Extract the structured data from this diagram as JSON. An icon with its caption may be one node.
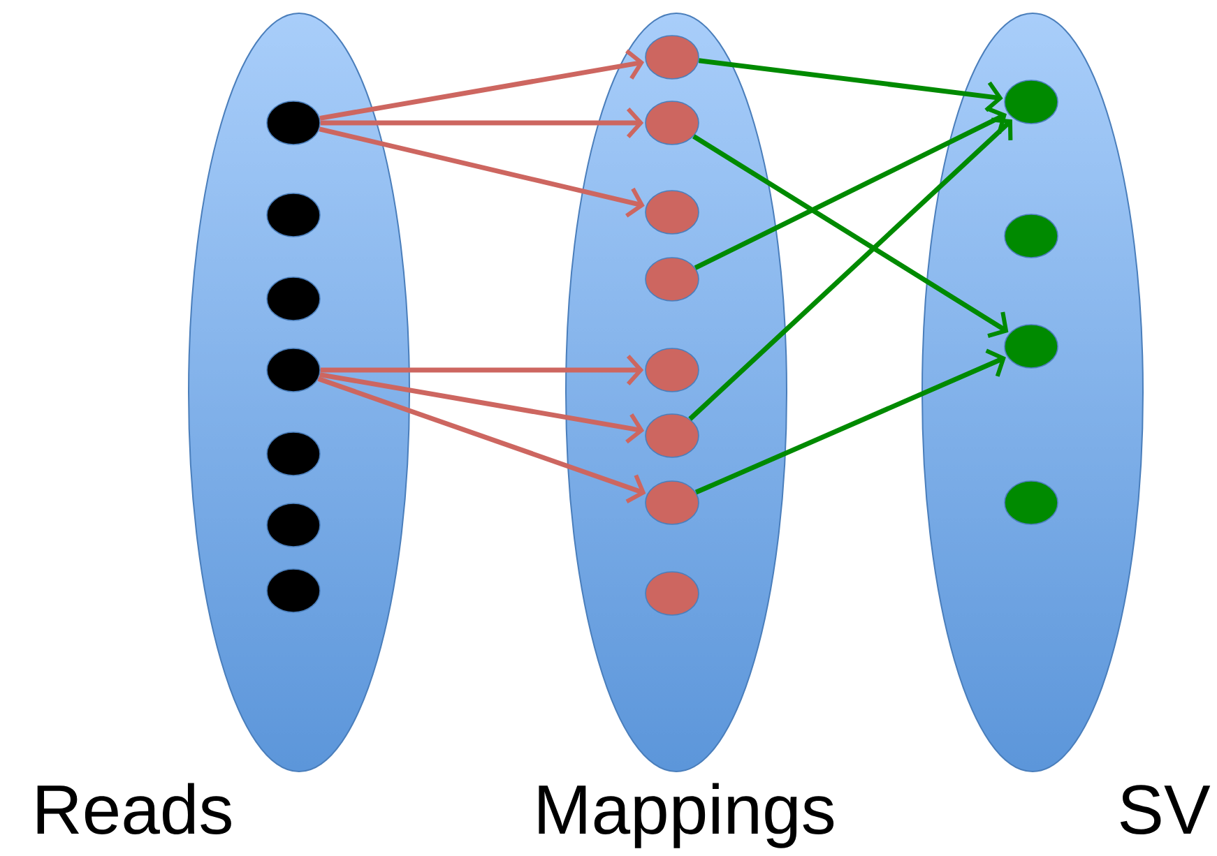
{
  "diagram": {
    "nodes": [
      {
        "text": [
          "Reads"
        ]
      },
      {
        "text": [],
        "shape": "circle",
        "in": 0
      },
      {
        "text": [],
        "shape": "circle",
        "in": 0
      },
      {
        "text": [],
        "shape": "circle",
        "in": 0
      },
      {
        "text": [],
        "shape": "circle",
        "in": 0
      },
      {
        "text": [],
        "shape": "circle",
        "in": 0
      },
      {
        "text": [],
        "shape": "circle",
        "in": 0
      },
      {
        "text": [],
        "shape": "circle",
        "in": 0
      },
      {
        "text": [
          "Mappings"
        ]
      },
      {
        "text": [],
        "shape": "circle",
        "in": 8
      },
      {
        "text": [],
        "shape": "circle",
        "in": 8
      },
      {
        "text": [],
        "shape": "circle",
        "in": 8
      },
      {
        "text": [],
        "shape": "circle",
        "in": 8
      },
      {
        "text": [],
        "shape": "circle",
        "in": 8
      },
      {
        "text": [],
        "shape": "circle",
        "in": 8
      },
      {
        "text": [],
        "shape": "circle",
        "in": 8
      },
      {
        "text": [],
        "shape": "circle",
        "in": 8
      },
      {
        "text": [
          "SV"
        ]
      },
      {
        "text": [],
        "shape": "circle",
        "in": 17
      },
      {
        "text": [],
        "shape": "circle",
        "in": 17
      },
      {
        "text": [],
        "shape": "circle",
        "in": 17
      },
      {
        "text": [],
        "shape": "circle",
        "in": 17
      }
    ],
    "edges": [
      {
        "from": 1,
        "to": 9,
        "arrow": "to"
      },
      {
        "from": 1,
        "to": 10,
        "arrow": "to"
      },
      {
        "from": 1,
        "to": 11,
        "arrow": "to"
      },
      {
        "from": 4,
        "to": 13,
        "arrow": "to"
      },
      {
        "from": 4,
        "to": 14,
        "arrow": "to"
      },
      {
        "from": 4,
        "to": 15,
        "arrow": "to"
      },
      {
        "from": 9,
        "to": 18,
        "arrow": "to",
        "color": "#008a00"
      },
      {
        "from": 10,
        "to": 20,
        "arrow": "to",
        "color": "#008a00"
      },
      {
        "from": 12,
        "to": 18,
        "arrow": "to",
        "color": "#008a00"
      },
      {
        "from": 14,
        "to": 18,
        "arrow": "to",
        "color": "#008a00"
      },
      {
        "from": 15,
        "to": 20,
        "arrow": "to",
        "color": "#008a00"
      }
    ]
  }
}
